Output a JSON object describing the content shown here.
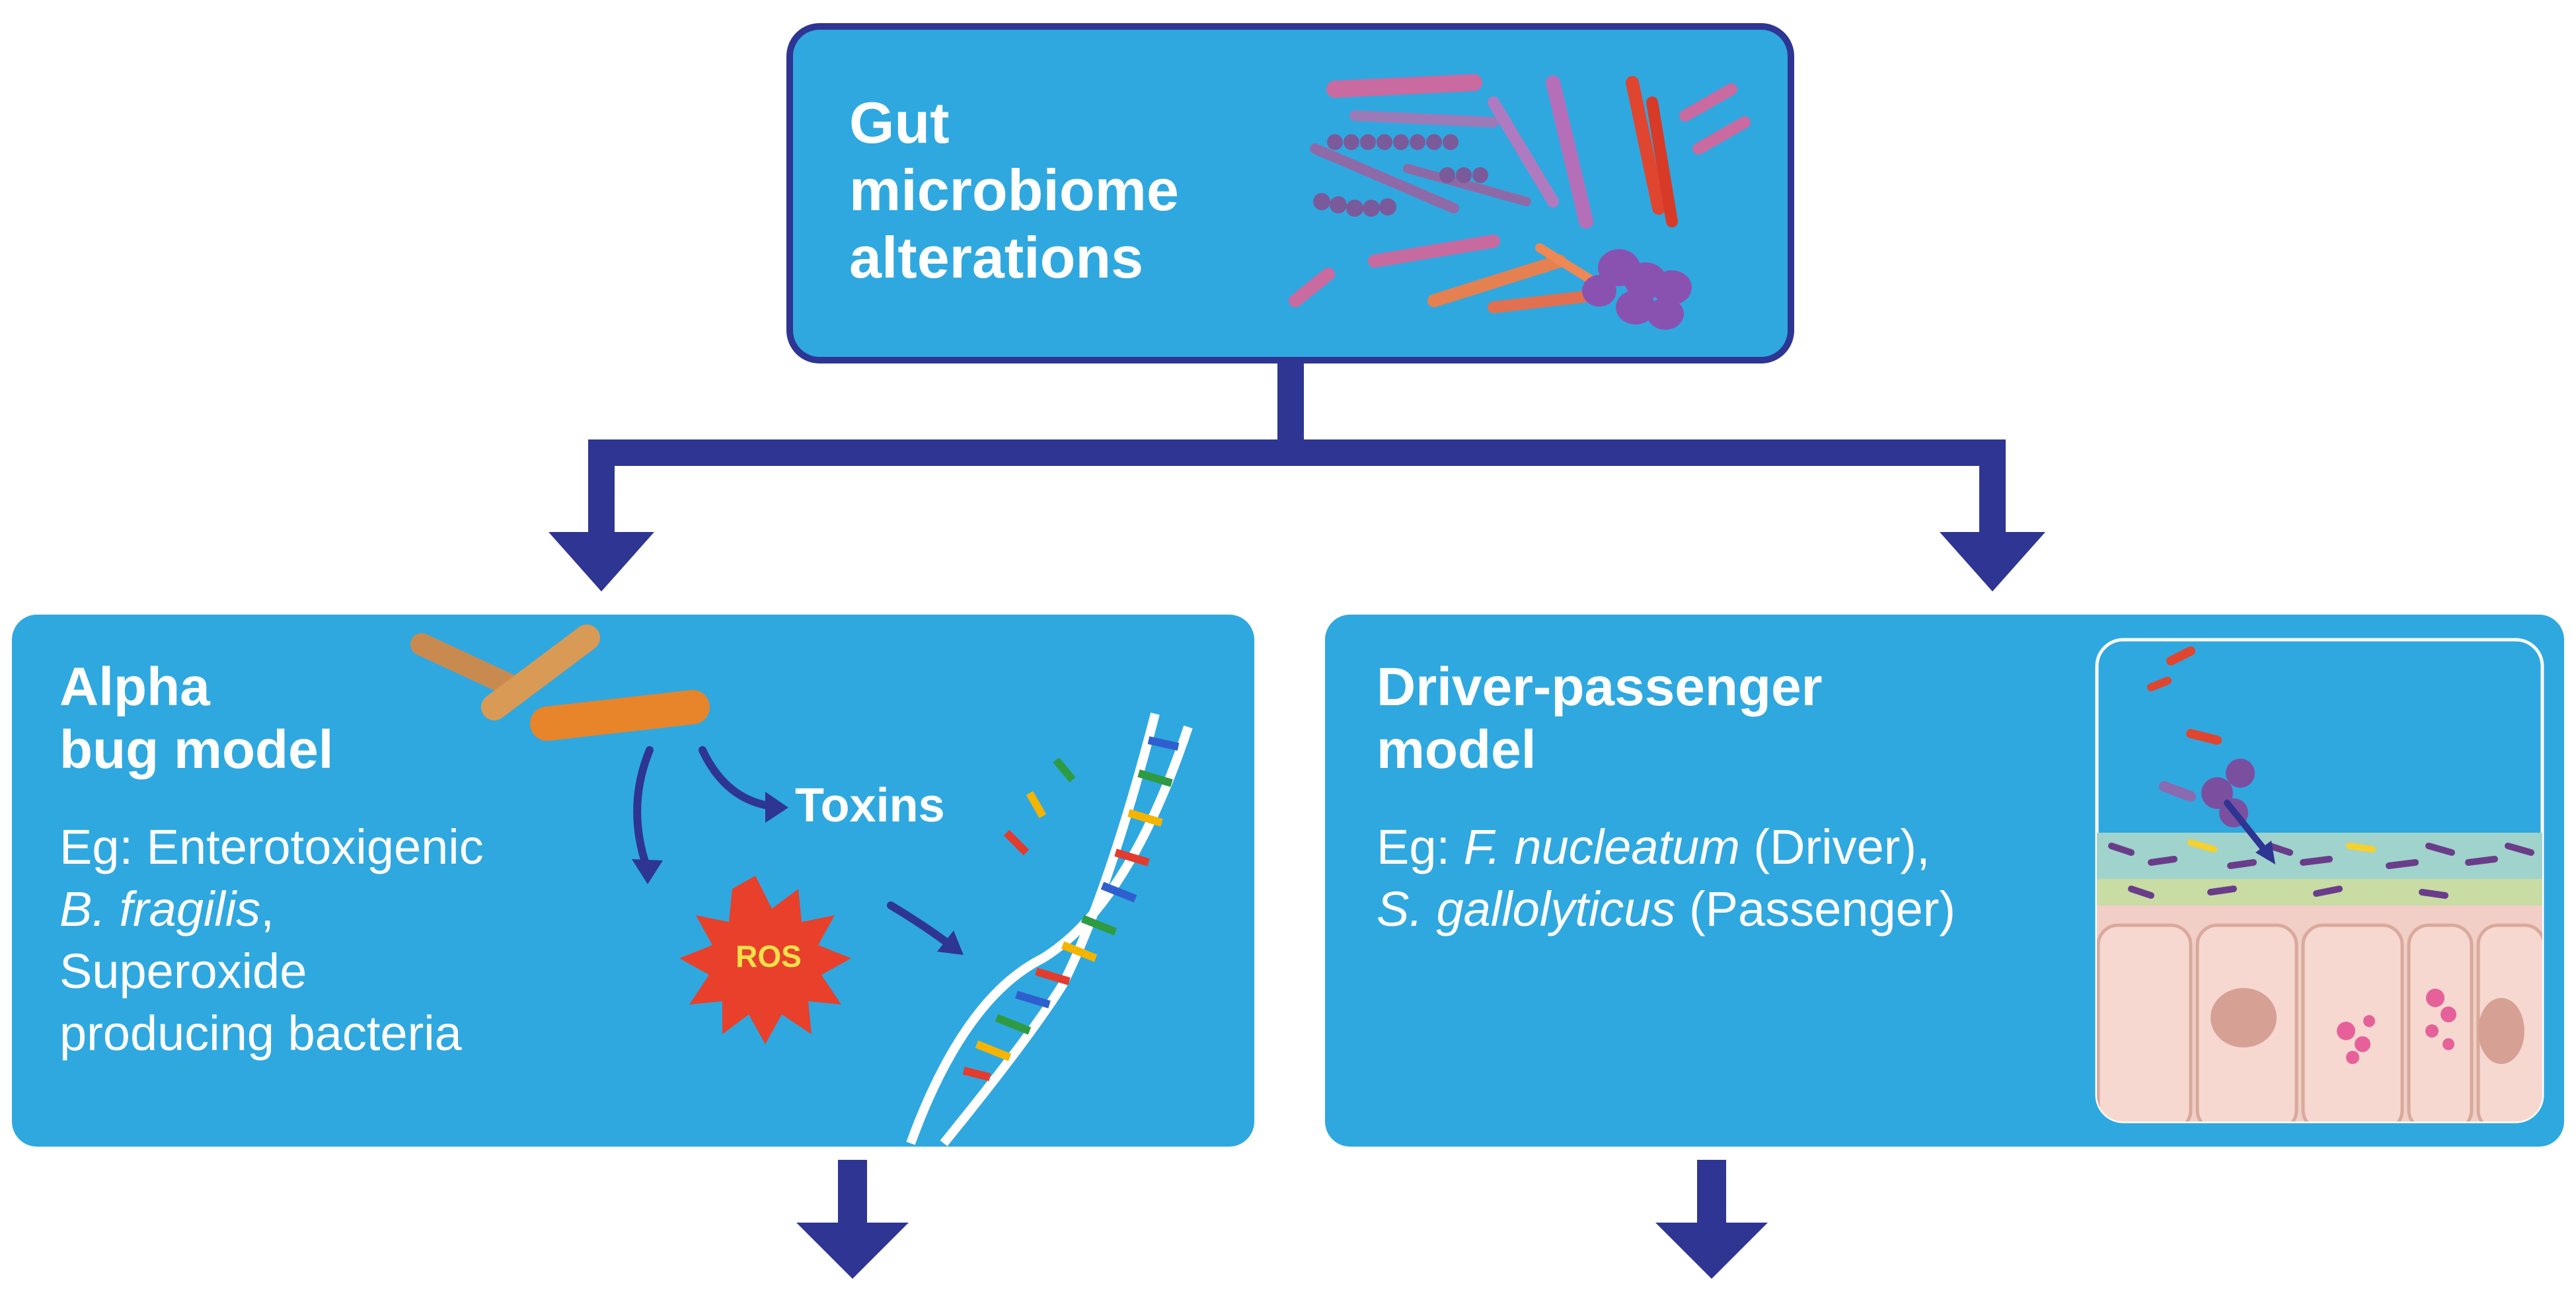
{
  "top": {
    "title_lines": [
      "Gut",
      "microbiome",
      "alterations"
    ]
  },
  "left": {
    "title_lines": [
      "Alpha",
      "bug model"
    ],
    "example_prefix": "Eg: Enterotoxigenic",
    "example_species": "B. fragilis",
    "example_species_suffix": ",",
    "example_line3": "Superoxide",
    "example_line4": "producing bacteria",
    "toxins_label": "Toxins",
    "ros_label": "ROS"
  },
  "right": {
    "title_lines": [
      "Driver-passenger",
      "model"
    ],
    "eg_prefix": "Eg: ",
    "driver_species": "F. nucleatum",
    "driver_suffix": " (Driver),",
    "passenger_species": "S. gallolyticus",
    "passenger_suffix": " (Passenger)"
  },
  "colors": {
    "box_fill": "#2fa8e0",
    "arrow": "#2e3593",
    "ros_burst": "#e8402a",
    "ros_text": "#f5e04a"
  }
}
